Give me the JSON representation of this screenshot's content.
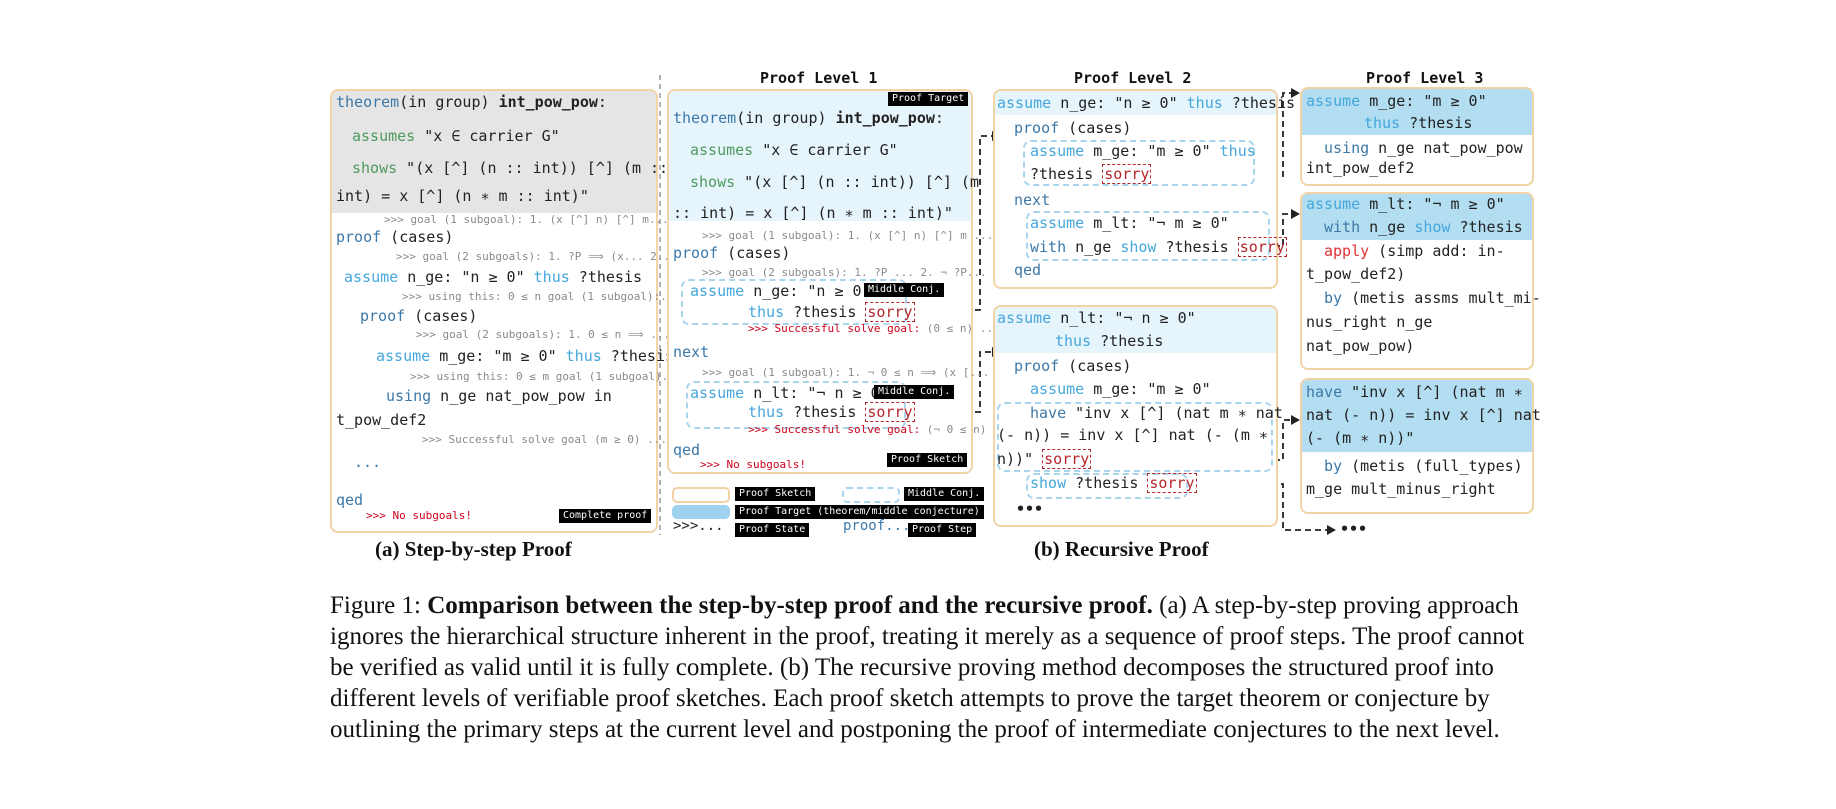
{
  "headers": {
    "level1": "Proof Level 1",
    "level2": "Proof Level 2",
    "level3": "Proof Level 3"
  },
  "subcaptions": {
    "a": "(a) Step-by-step Proof",
    "b": "(b) Recursive Proof"
  },
  "tags": {
    "complete_proof": "Complete proof",
    "proof_target": "Proof Target",
    "middle_conj": "Middle Conj.",
    "proof_sketch": "Proof Sketch"
  },
  "kw": {
    "theorem": "theorem",
    "assumes": "assumes",
    "shows": "shows",
    "proof": "proof",
    "assume": "assume",
    "thus": "thus",
    "using": "using",
    "next": "next",
    "qed": "qed",
    "with": "with",
    "show": "show",
    "apply": "apply",
    "by": "by",
    "have": "have",
    "sorry": "sorry"
  },
  "left": {
    "l1_rest": "(in group) ",
    "l1_name": "int_pow_pow",
    "l1_colon": ":",
    "l2_rest": " \"x ∈ carrier G\"",
    "l3_rest": " \"(x [^] (n :: int)) [^] (m ::",
    "l4": "int) = x [^] (n ∗ m :: int)\"",
    "s1": ">>> goal (1 subgoal): 1. (x [^] n) [^] m...",
    "l5_rest": " (cases)",
    "s2": ">>> goal (2 subgoals): 1. ?P ⟹ (x... 2...",
    "l6_mid": " n_ge: \"n ≥ 0\" ",
    "l6_end": " ?thesis",
    "s3": ">>> using this: 0 ≤ n goal (1 subgoal):...",
    "l7_rest": " (cases)",
    "s4": ">>> goal (2 subgoals): 1. 0 ≤ n ⟹  ...",
    "l8_mid": " m_ge: \"m ≥ 0\" ",
    "l8_end": " ?thesis",
    "s5": ">>> using this: 0 ≤ m goal (1 subgoal)...",
    "l9_rest": " n_ge nat_pow_pow in",
    "l10": "t_pow_def2",
    "s6": ">>> Successful solve goal (m ≥ 0) ...",
    "dots": "...",
    "s7": ">>> No subgoals!"
  },
  "lv1": {
    "l1_rest": "(in group) ",
    "l1_name": "int_pow_pow",
    "l1_colon": ":",
    "l2_rest": " \"x ∈ carrier G\"",
    "l3_rest": " \"(x [^] (n :: int)) [^] (m",
    "l4": ":: int) = x [^] (n ∗ m :: int)\"",
    "s1": ">>> goal (1 subgoal): 1. (x [^] n) [^] m ...",
    "l5_rest": " (cases)",
    "s2": ">>> goal (2 subgoals): 1. ?P ... 2. ¬ ?P...",
    "c1_rest": " n_ge: \"n ≥ 0\"",
    "c1b_rest": " ?thesis ",
    "ok1": ">>> Successful solve goal:",
    "ok1g": " (0 ≤ n) ...",
    "s3": ">>> goal (1 subgoal): 1. ¬ 0 ≤ n ⟹ (x [...",
    "c2_rest": " n_lt: \"¬ n ≥ 0\"",
    "c2b_rest": " ?thesis ",
    "ok2": ">>> Successful solve goal:",
    "ok2g": " (¬ 0 ≤ n) ...",
    "ok3": ">>> No subgoals!"
  },
  "legend": {
    "sketch": "Proof Sketch",
    "conj": "Middle Conj.",
    "target": "Proof Target (theorem/middle conjecture)",
    "state_glyph": ">>>...",
    "state": "Proof State",
    "step_glyph": "proof...",
    "step": "Proof Step"
  },
  "lv2a": {
    "h_mid": " n_ge: \"n ≥ 0\" ",
    "h_end": " ?thesis",
    "p_rest": " (cases)",
    "c1_rest": " m_ge: \"m ≥ 0\" ",
    "c1b": "?thesis "
  },
  "lv2a2": {
    "c2_rest": " m_lt: \"¬ m ≥ 0\"",
    "c2b_mid": " n_ge ",
    "c2b_end": " ?thesis "
  },
  "lv2b": {
    "h_rest": " n_lt: \"¬ n ≥ 0\"",
    "h2_end": " ?thesis",
    "p_rest": " (cases)",
    "a_rest": " m_ge: \"m ≥ 0\"",
    "have_rest": " \"inv x [^] (nat m ∗ nat",
    "h3": "(- n)) = inv x [^] nat (- (m ∗",
    "h4": "n))\" ",
    "show_end": " ?thesis ",
    "dots": "•••"
  },
  "lv3a": {
    "h_rest": " m_ge: \"m ≥ 0\"",
    "h2_end": " ?thesis",
    "u_rest": " n_ge nat_pow_pow",
    "u2": "int_pow_def2"
  },
  "lv3b": {
    "h_rest": " m_lt: \"¬ m ≥ 0\"",
    "h2_mid": " n_ge ",
    "h2_end": " ?thesis",
    "a_rest": " (simp add: in-",
    "a2": "t_pow_def2)",
    "b_rest": " (metis assms mult_mi-",
    "b2": "nus_right n_ge",
    "b3": "nat_pow_pow)"
  },
  "lv3c": {
    "h_rest": " \"inv x [^] (nat m ∗",
    "h2": "nat (- n)) = inv x [^] nat",
    "h3": "(- (m ∗ n))\"",
    "b_rest": " (metis (full_types)",
    "b2": "m_ge mult_minus_right"
  },
  "bottom_dots": "•••",
  "caption": {
    "prefix": "Figure 1: ",
    "bold": "Comparison between the step-by-step proof and the recursive proof.",
    "rest": " (a) A step-by-step proving approach ignores the hierarchical structure inherent in the proof, treating it merely as a sequence of proof steps. The proof cannot be verified as valid until it is fully complete. (b) The recursive proving method decomposes the structured proof into different levels of verifiable proof sketches. Each proof sketch attempts to prove the target theorem or conjecture by outlining the primary steps at the current level and postponing the proof of intermediate conjectures to the next level."
  }
}
